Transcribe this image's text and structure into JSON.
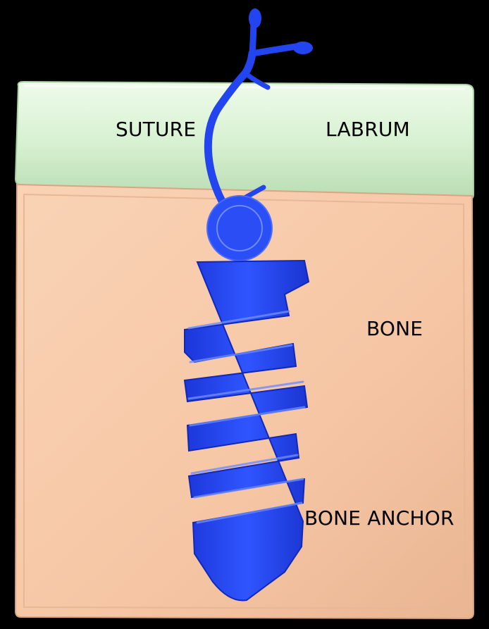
{
  "labels": {
    "suture": "SUTURE",
    "labrum": "LABRUM",
    "bone": "BONE",
    "bone_anchor": "BONE ANCHOR"
  },
  "colors": {
    "background": "#000000",
    "labrum": "#d8f1d2",
    "bone": "#f6c6a4",
    "anchor": "#2345f0"
  }
}
